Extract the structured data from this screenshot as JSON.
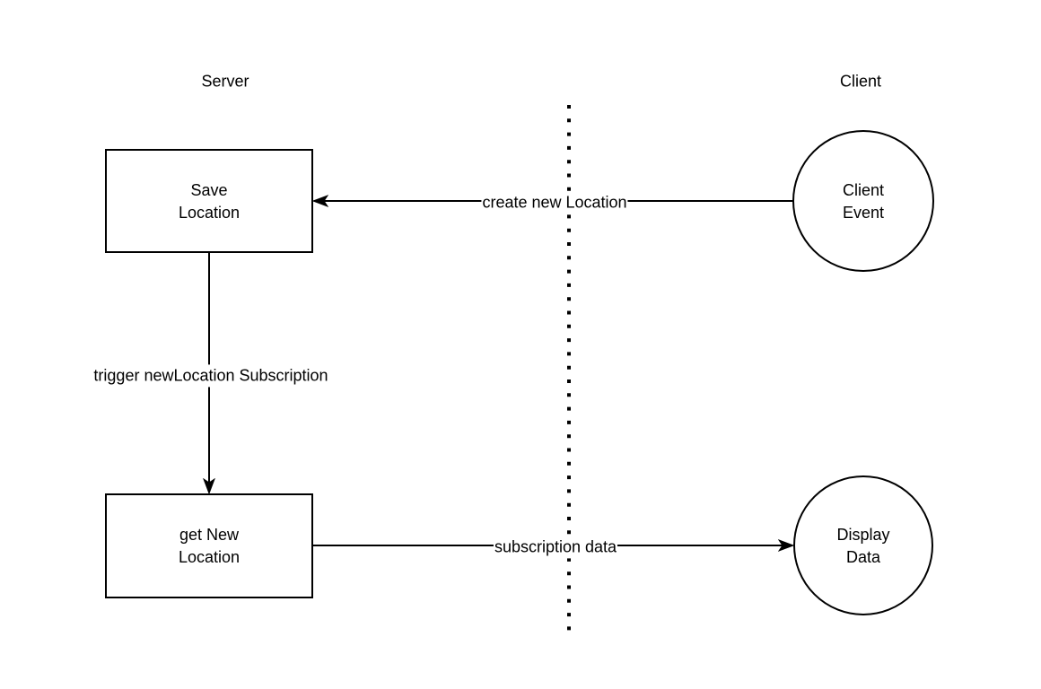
{
  "diagram": {
    "background": "#ffffff",
    "stroke_color": "#000000",
    "lanes": {
      "server_label": "Server",
      "client_label": "Client"
    },
    "nodes": {
      "save_location": "Save\nLocation",
      "client_event": "Client\nEvent",
      "get_new_location": "get New\nLocation",
      "display_data": "Display\nData"
    },
    "edges": {
      "create_new_location": "create new Location",
      "trigger_new_location_subscription": "trigger newLocation Subscription",
      "subscription_data": "subscription data"
    }
  }
}
